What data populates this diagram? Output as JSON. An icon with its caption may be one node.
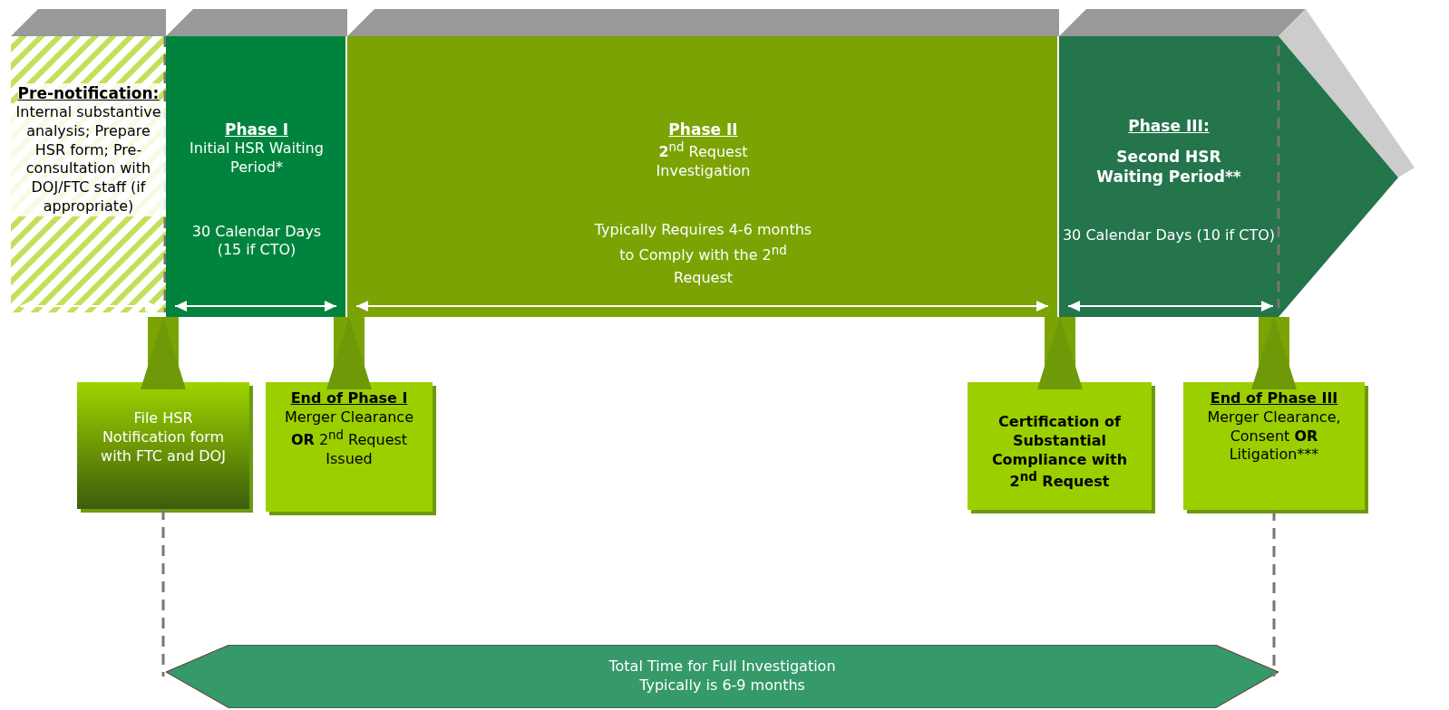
{
  "diagram": {
    "nodes": [
      {
        "text": [
          "Pre-notification:",
          "Internal substantive analysis; Prepare HSR form; Pre-consultation with DOJ/FTC staff (if appropriate)"
        ]
      },
      {
        "text": [
          "Phase I",
          "Initial HSR Waiting Period*",
          "30 Calendar Days (15 if CTO)"
        ]
      },
      {
        "text": [
          "Phase II",
          "**2**$^{nd}$ Request Investigation",
          "Typically Requires 4-6 months to Comply with the 2$^{nd}$ Request"
        ]
      },
      {
        "text": [
          "Phase III:",
          "Second HSR Waiting Period**",
          "30 Calendar Days (10 if CTO)"
        ]
      },
      {
        "text": [
          "File HSR Notification form with FTC and DOJ"
        ]
      },
      {
        "text": [
          "End of Phase I",
          "Merger Clearance **OR** 2$^{nd}$ Request Issued"
        ]
      },
      {
        "text": [
          "Certification of Substantial Compliance with 2$^{nd}$ Request"
        ]
      },
      {
        "text": [
          "End of Phase III",
          "Merger Clearance, Consent **OR** Litigation***"
        ]
      },
      {
        "text": [
          "Total Time for Full Investigation Typically is 6-9 months"
        ]
      }
    ],
    "edges": [
      {
        "from": 4,
        "to": 1,
        "arrow": "to"
      },
      {
        "from": 5,
        "to": 2,
        "arrow": "to"
      },
      {
        "from": 6,
        "to": 3,
        "arrow": "to"
      },
      {
        "from": 7,
        "to": 3,
        "arrow": "to"
      },
      {
        "from": 4,
        "to": 8,
        "arrow": "none",
        "style": "dashed",
        "color": "#777777"
      },
      {
        "from": 7,
        "to": 8,
        "arrow": "none",
        "style": "dashed",
        "color": "#777777"
      }
    ]
  }
}
